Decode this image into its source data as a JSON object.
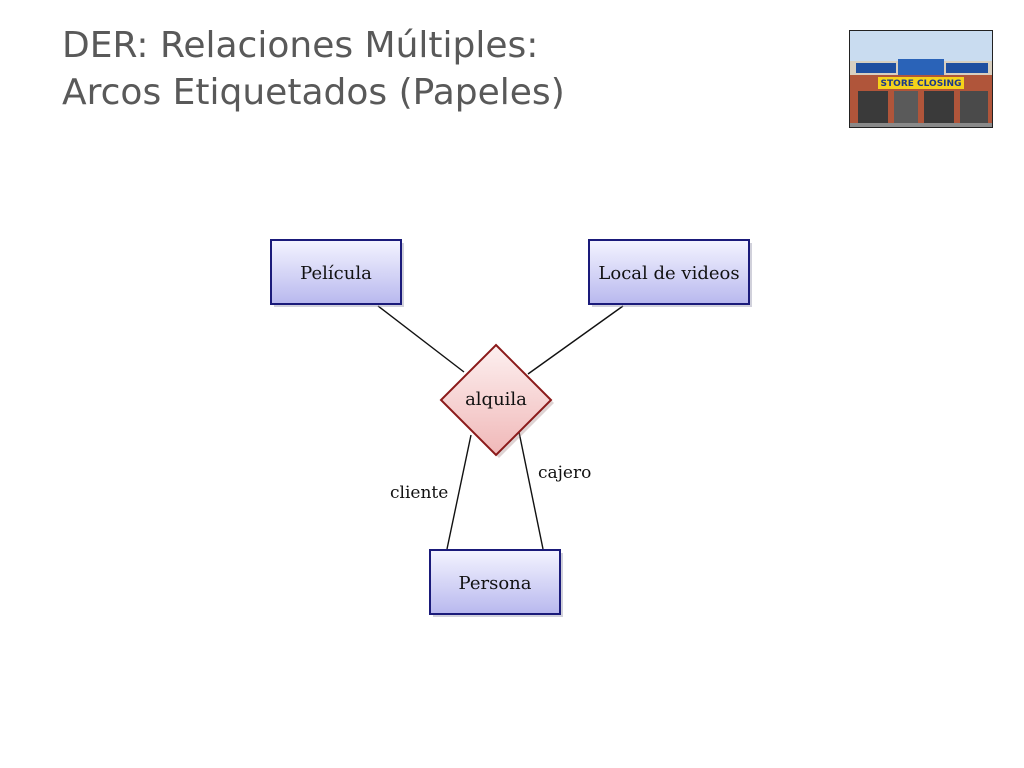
{
  "slide": {
    "title_line1": "DER: Relaciones Múltiples:",
    "title_line2": "Arcos Etiquetados (Papeles)"
  },
  "photo": {
    "sign_text": "STORE CLOSING"
  },
  "diagram": {
    "entities": {
      "pelicula": "Película",
      "local": "Local de videos",
      "persona": "Persona"
    },
    "relationship": "alquila",
    "roles": {
      "cliente": "cliente",
      "cajero": "cajero"
    }
  },
  "colors": {
    "entity_border": "#1a1a7a",
    "entity_fill_top": "#f4f4ff",
    "entity_fill_bottom": "#b8b8ee",
    "relationship_border": "#8b1a1a",
    "relationship_fill_top": "#fdf0f0",
    "relationship_fill_bottom": "#f0b8b8"
  }
}
